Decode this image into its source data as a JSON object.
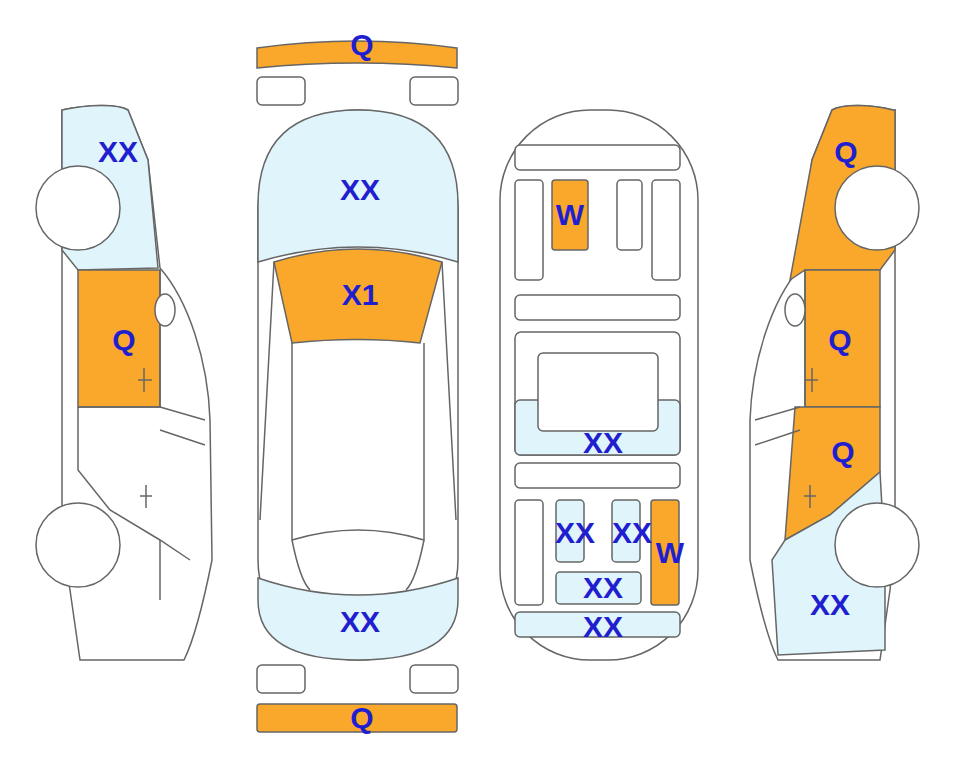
{
  "diagram": {
    "labels": [
      "Q",
      "XX",
      "Q",
      "XX",
      "W",
      "X1",
      "Q",
      "Q",
      "XX",
      "Q",
      "XX",
      "XX",
      "W",
      "XX",
      "XX",
      "XX",
      "XX",
      "Q"
    ]
  }
}
